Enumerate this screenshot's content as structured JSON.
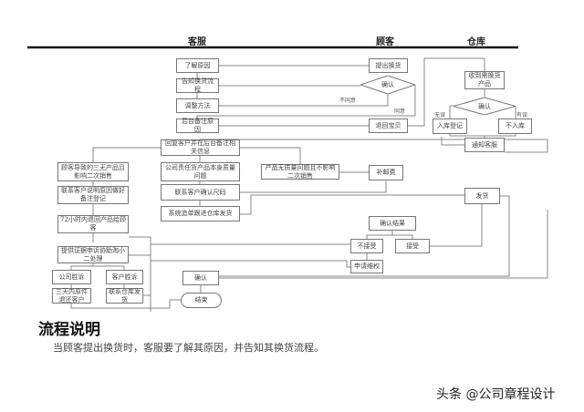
{
  "lanes": {
    "service": "客服",
    "customer": "顾客",
    "warehouse": "仓库"
  },
  "nodes": {
    "understand": "了解原因",
    "request": "提出换货",
    "inform": "告知换货流程",
    "confirm1": "确认",
    "adjust": "调整方法",
    "disagree": "不同意",
    "agree": "同意",
    "note_reason": "后台备注原因",
    "return_item": "退回宝贝",
    "receive": "收到需换货产品",
    "confirm2": "确认",
    "no_error": "无误",
    "has_error": "有误",
    "stock_in": "入库登记",
    "no_stock": "不入库",
    "notify": "通知客服",
    "reply": "回复客户并在后台备注相关信息",
    "cust_fault": "顾客导致的三无产品且影响二次销售",
    "company_fault": "公司责任货产品本身质量问题",
    "no_quality": "产品无质量问题且不影响二次销售",
    "postage": "补邮费",
    "explain": "联系客户说明原因做好备注登记",
    "confirm_size": "联系客户确认尺码",
    "ship": "发货",
    "track": "系统追单跟进仓库发货",
    "return72": "72小时内退回产品给顾客",
    "result": "确认结果",
    "reject": "不接受",
    "accept": "接受",
    "appeal": "提供证据申诉协助淘小二处理",
    "rights": "申请维权",
    "company_win": "公司胜诉",
    "cust_win": "客户胜诉",
    "return3": "三天内原件退还客户",
    "contact_wh": "联系仓库发货",
    "confirm3": "确认",
    "end": "结束"
  },
  "section_title": "流程说明",
  "description": "当顾客提出换货时，客服要了解其原因，并告知其换货流程。",
  "watermark": "头条 @公司章程设计"
}
